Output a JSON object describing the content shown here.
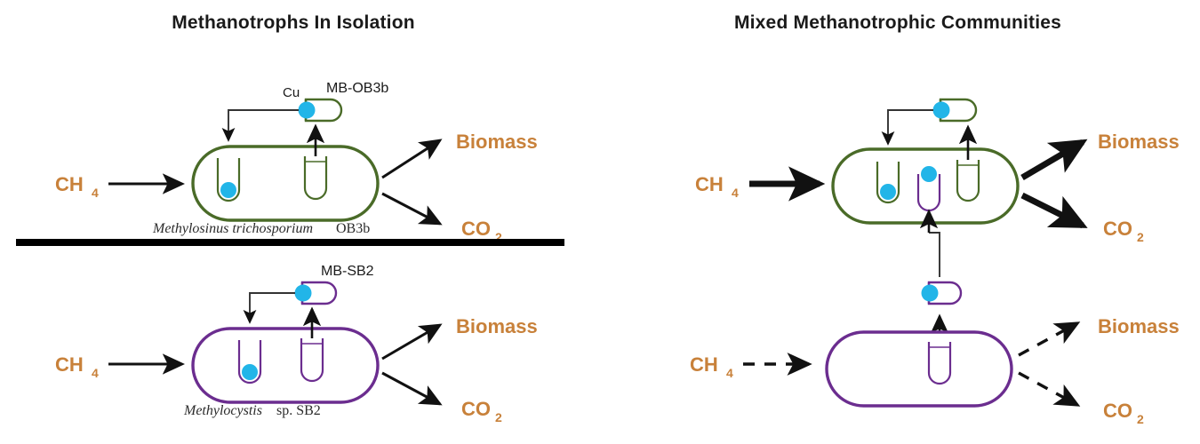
{
  "figure": {
    "type": "diagram",
    "subject": "Methanobactin-mediated copper acquisition in methanotrophs",
    "background_color": "#ffffff"
  },
  "colors": {
    "green_cell": "#4a6b28",
    "purple_cell": "#6b2d8f",
    "copper_dot": "#22b5e8",
    "chem_text": "#c8813a",
    "arrow_black": "#111111",
    "title_text": "#1a1a1a",
    "divider": "#000000"
  },
  "panels": {
    "left": {
      "title": "Methanotrophs In Isolation",
      "rows": [
        {
          "id": "ob3b",
          "cell_color": "green",
          "species_italic": "Methylosinus trichosporium",
          "species_strain": "OB3b",
          "methanobactin_label": "MB-OB3b",
          "copper_label": "Cu",
          "input_label": "CH",
          "input_sub": "4",
          "input_arrow_style": "solid-thin",
          "outputs": [
            {
              "label": "Biomass",
              "sub": "",
              "arrow_style": "solid-thin"
            },
            {
              "label": "CO",
              "sub": "2",
              "arrow_style": "solid-thin"
            }
          ],
          "internal_tubes": [
            {
              "color": "green",
              "has_copper_dot": true
            },
            {
              "color": "green",
              "has_copper_dot": false
            }
          ]
        },
        {
          "id": "sb2",
          "cell_color": "purple",
          "species_italic": "Methylocystis",
          "species_strain": "sp. SB2",
          "methanobactin_label": "MB-SB2",
          "copper_label": "",
          "input_label": "CH",
          "input_sub": "4",
          "input_arrow_style": "solid-thin",
          "outputs": [
            {
              "label": "Biomass",
              "sub": "",
              "arrow_style": "solid-thin"
            },
            {
              "label": "CO",
              "sub": "2",
              "arrow_style": "solid-thin"
            }
          ],
          "internal_tubes": [
            {
              "color": "purple",
              "has_copper_dot": true
            },
            {
              "color": "purple",
              "has_copper_dot": false
            }
          ]
        }
      ],
      "divider": true
    },
    "right": {
      "title": "Mixed Methanotrophic Communities",
      "rows": [
        {
          "id": "ob3b-mixed",
          "cell_color": "green",
          "species_italic": "",
          "species_strain": "",
          "methanobactin_label": "",
          "copper_label": "",
          "input_label": "CH",
          "input_sub": "4",
          "input_arrow_style": "solid-thick",
          "outputs": [
            {
              "label": "Biomass",
              "sub": "",
              "arrow_style": "solid-thick"
            },
            {
              "label": "CO",
              "sub": "2",
              "arrow_style": "solid-thick"
            }
          ],
          "internal_tubes": [
            {
              "color": "green",
              "has_copper_dot": true
            },
            {
              "color": "purple",
              "has_copper_dot": true
            },
            {
              "color": "green",
              "has_copper_dot": false
            }
          ]
        },
        {
          "id": "sb2-mixed",
          "cell_color": "purple",
          "species_italic": "",
          "species_strain": "",
          "methanobactin_label": "",
          "copper_label": "",
          "input_label": "CH",
          "input_sub": "4",
          "input_arrow_style": "dashed",
          "outputs": [
            {
              "label": "Biomass",
              "sub": "",
              "arrow_style": "dashed"
            },
            {
              "label": "CO",
              "sub": "2",
              "arrow_style": "dashed"
            }
          ],
          "internal_tubes": [
            {
              "color": "purple",
              "has_copper_dot": false
            }
          ]
        }
      ],
      "divider": false,
      "shared_methanobactin": {
        "color": "purple",
        "has_copper_dot": true,
        "label": ""
      }
    }
  }
}
